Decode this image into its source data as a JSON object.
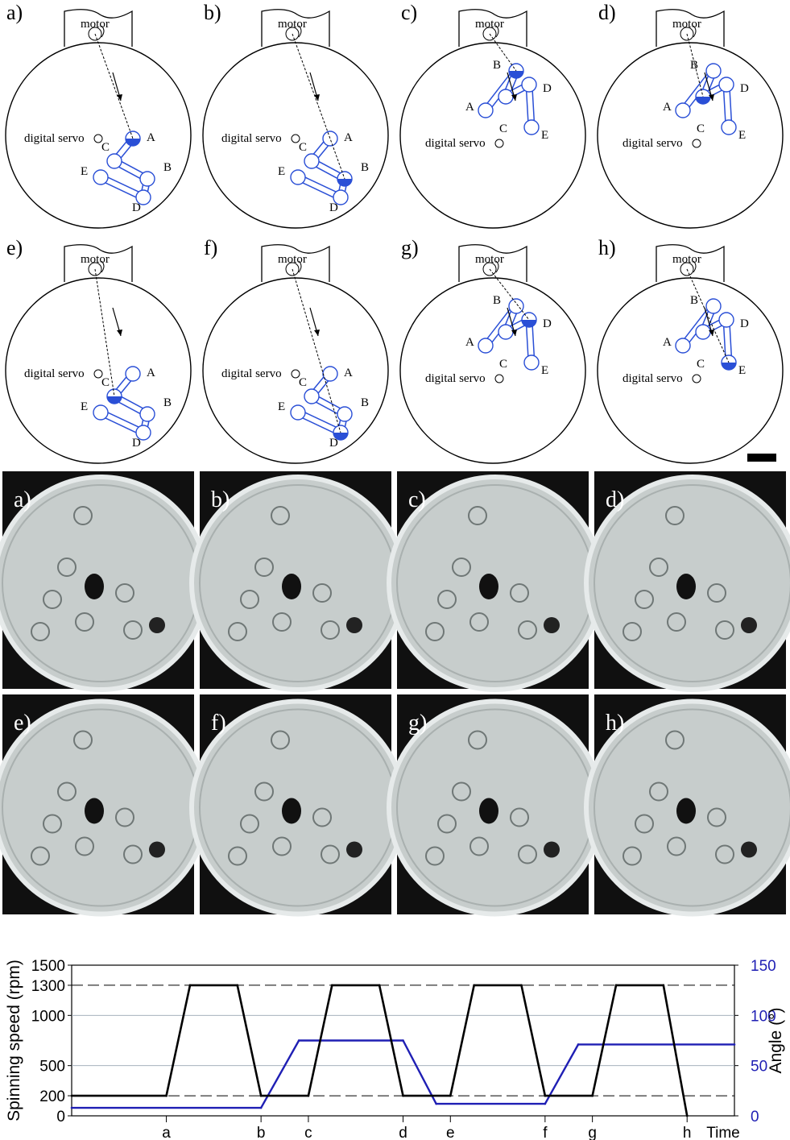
{
  "schematics": {
    "motor_label": "motor",
    "servo_label": "digital servo",
    "panels": [
      {
        "label": "a)",
        "active": "A",
        "orient": 0
      },
      {
        "label": "b)",
        "active": "B",
        "orient": 0
      },
      {
        "label": "c)",
        "active": "B",
        "orient": 1
      },
      {
        "label": "d)",
        "active": "C",
        "orient": 1
      },
      {
        "label": "e)",
        "active": "C",
        "orient": 0
      },
      {
        "label": "f)",
        "active": "D",
        "orient": 0
      },
      {
        "label": "g)",
        "active": "D",
        "orient": 1
      },
      {
        "label": "h)",
        "active": "E",
        "orient": 1
      }
    ]
  },
  "photos": {
    "labels": [
      "a)",
      "b)",
      "c)",
      "d)",
      "e)",
      "f)",
      "g)",
      "h)"
    ]
  },
  "chart_data": {
    "type": "line",
    "xlabel": "Time",
    "ylabel_left": "Spinning speed (rpm)",
    "ylabel_right": "Angle (°)",
    "ylim_left": [
      0,
      1500
    ],
    "ylim_right": [
      0,
      150
    ],
    "yticks_left": [
      "0",
      "200",
      "500",
      "1000",
      "1300",
      "1500"
    ],
    "yticks_right": [
      "0",
      "50",
      "100",
      "150"
    ],
    "x_event_labels": [
      "a",
      "b",
      "c",
      "d",
      "e",
      "f",
      "g",
      "h"
    ],
    "colors": {
      "speed": "#000000",
      "angle": "#1f1fb4"
    },
    "series": [
      {
        "x": [
          0,
          1.0,
          1.25,
          1.75,
          2.0,
          2.5,
          2.75,
          3.25,
          3.5,
          4.0,
          4.25,
          4.75,
          5.0,
          5.5,
          5.75,
          6.25,
          6.5
        ],
        "values": [
          200,
          200,
          1300,
          1300,
          200,
          200,
          1300,
          1300,
          200,
          200,
          1300,
          1300,
          200,
          200,
          1300,
          1300,
          0
        ]
      },
      {
        "x": [
          0,
          2.0,
          2.4,
          3.5,
          3.85,
          5.0,
          5.35,
          7.0
        ],
        "values": [
          8,
          8,
          75,
          75,
          12,
          12,
          71,
          71
        ]
      }
    ],
    "x_event_positions": [
      1.0,
      2.0,
      2.5,
      3.5,
      4.0,
      5.0,
      5.5,
      6.5
    ],
    "reference_lines": [
      1300,
      200
    ]
  }
}
